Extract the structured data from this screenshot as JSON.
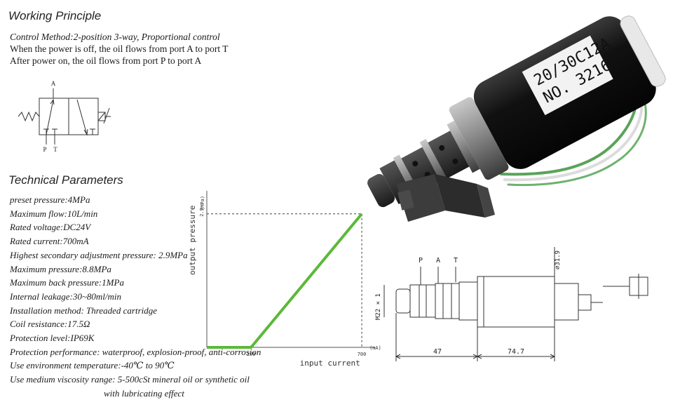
{
  "working_principle": {
    "title": "Working Principle",
    "lines": [
      "Control Method:2-position 3-way, Proportional control",
      "When the power is off, the oil flows from port A to port T",
      "After power on, the oil flows from port P to port A"
    ],
    "ports": {
      "a": "A",
      "p": "P",
      "t": "T"
    }
  },
  "technical_parameters": {
    "title": "Technical Parameters",
    "items": [
      "preset pressure:4MPa",
      "Maximum flow:10L/min",
      "Rated voltage:DC24V",
      "Rated current:700mA",
      "Highest secondary adjustment pressure: 2.9MPa",
      "Maximum pressure:8.8MPa",
      "Maximum back pressure:1MPa",
      "Internal leakage:30~80ml/min",
      "Installation method: Threaded cartridge",
      "Coil resistance:17.5Ω",
      "Protection level:IP69K",
      "Protection performance: waterproof, explosion-proof, anti-corrosion",
      "Use environment temperature:-40℃ to 90℃",
      "Use medium viscosity range: 5-500cSt mineral oil or synthetic oil",
      "with lubricating effect"
    ]
  },
  "chart_data": {
    "type": "line",
    "xlabel": "input current",
    "ylabel": "output pressure",
    "x_unit": "(mA)",
    "y_unit": "(MPa)",
    "x_ticks": [
      "200",
      "700"
    ],
    "y_ticks": [
      "2.9"
    ],
    "xlim": [
      0,
      760
    ],
    "ylim": [
      0,
      3.4
    ],
    "series": [
      {
        "x": [
          0,
          200,
          700
        ],
        "y": [
          0,
          0,
          2.9
        ],
        "color": "#5cb83a"
      }
    ]
  },
  "product_label": {
    "lines": [
      "20/30C12A",
      "NO. 3216"
    ]
  },
  "dimension_drawing": {
    "ports": [
      "P",
      "A",
      "T"
    ],
    "thread": "M22 × 1",
    "diameter": "∅31.9",
    "length_cartridge": "47",
    "length_body": "74.7"
  },
  "colors": {
    "curve": "#5cb83a",
    "coil": "#0d0d0d",
    "connector": "#3c3c3c",
    "wire_green": "#5aa35a",
    "wire_red": "#c8462e"
  }
}
